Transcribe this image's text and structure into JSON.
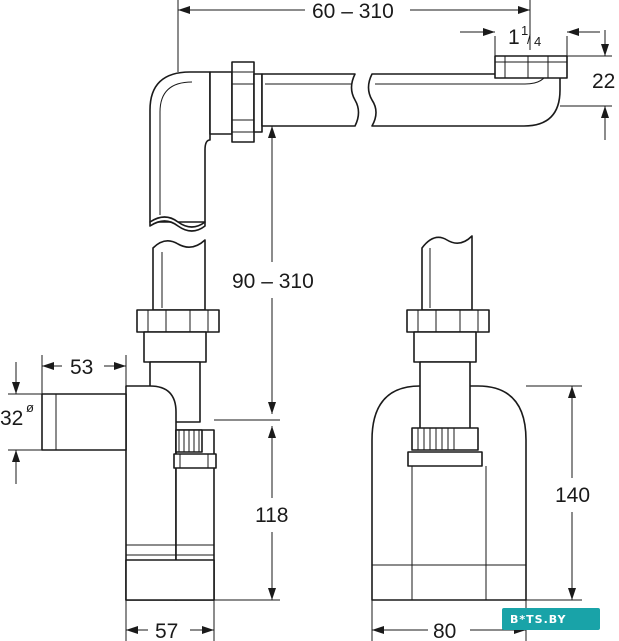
{
  "dimensions": {
    "top_width": "60 – 310",
    "thread": "1",
    "thread_num": "1",
    "thread_den": "4",
    "thread_height": "22",
    "vertical_range": "90 – 310",
    "side_outlet_length": "53",
    "outlet_diameter": "32",
    "outlet_diameter_symbol": "ø",
    "trap_height": "118",
    "trap_width": "57",
    "front_height": "140",
    "front_width": "80"
  },
  "watermark": {
    "text": "B*TS.BY"
  },
  "colors": {
    "line": "#1a1a1a",
    "watermark": "#19a3a8"
  }
}
